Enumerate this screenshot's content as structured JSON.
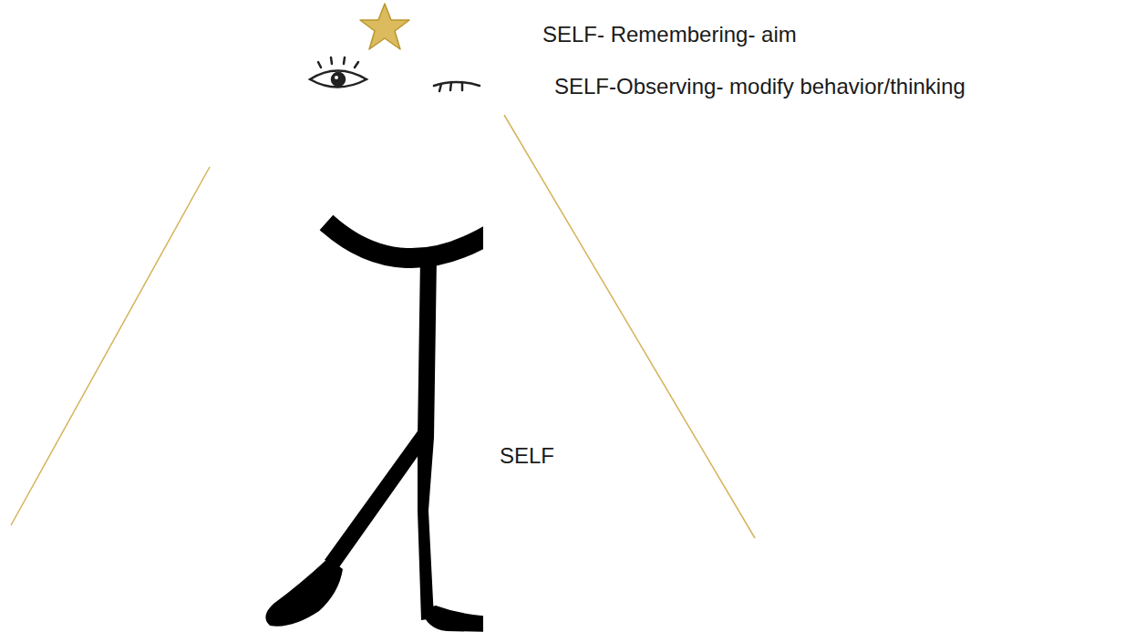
{
  "diagram": {
    "labels": [
      "SELF- Remembering- aim",
      "SELF-Observing- modify behavior/thinking",
      "SELF"
    ]
  }
}
